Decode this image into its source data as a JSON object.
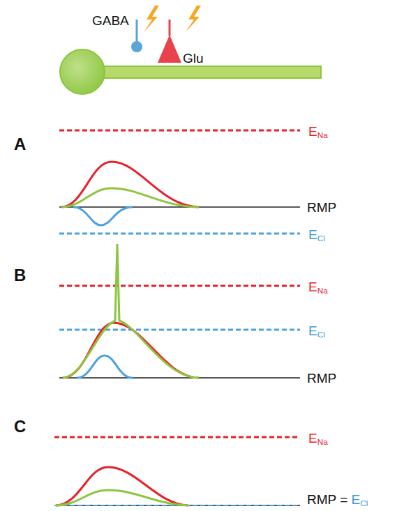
{
  "diagram": {
    "labels": [
      "GABA",
      "Glu",
      "A",
      "ENa",
      "RMP",
      "ECl",
      "B",
      "ENa",
      "ECl",
      "RMP",
      "C",
      "ENa",
      "RMP = ECl"
    ]
  }
}
